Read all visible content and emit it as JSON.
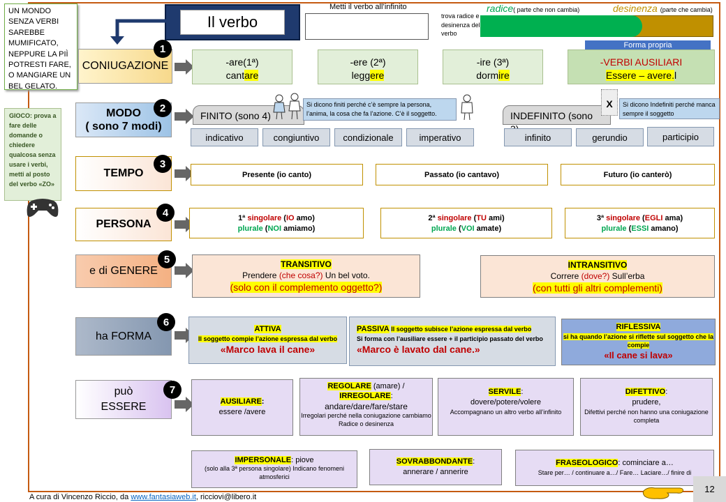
{
  "title": "Il verbo",
  "top": {
    "side_note": "UN MONDO SENZA VERBI SAREBBE MUMIFICATO, NEPPURE LA PIÌ POTRESTI FARE, O MANGIARE UN BEL GELATO.",
    "infinito_prompt": "Metti  il verbo all’infinito",
    "radice_hint": "trova radice e desinenza del verbo",
    "radice_label": "radice",
    "radice_note": "( parte che non cambia)",
    "desinenza_label": "desinenza",
    "desinenza_note": "(parte che cambia)",
    "forma_propria": "Forma propria"
  },
  "gioco": "GIOCO: prova a fare delle domande o chiedere qualcosa senza usare i verbi, metti al posto del verbo «ZO»",
  "rows": {
    "coniugazione": {
      "label": "CONIUGAZIONE",
      "num": "1",
      "c1_a": "-are(1ª)",
      "c1_b1": "cant",
      "c1_b2": "are",
      "c2_a": "-ere (2ª)",
      "c2_b1": "legg",
      "c2_b2": "ere",
      "c3_a": "-ire (3ª)",
      "c3_b1": "dorm",
      "c3_b2": "ire",
      "aux_a": "-VERBI AUSILIARI",
      "aux_b": "Essere – avere.",
      "aux_c": "l"
    },
    "modo": {
      "label1": "MODO",
      "label2": "( sono 7 modi)",
      "num": "2",
      "finito": "FINITO (sono 4)",
      "finito_note": "Si dicono finiti perché c’è sempre la persona, l’anima, la cosa che fa l’azione. C’è il soggetto.",
      "indefinito": "INDEFINITO (sono 3)",
      "x_mark": "X",
      "indefinito_note": "Si dicono Indefiniti perché manca sempre il soggetto",
      "modes": [
        "indicativo",
        "congiuntivo",
        "condizionale",
        "imperativo",
        "infinito",
        "gerundio",
        "participio"
      ]
    },
    "tempo": {
      "label": "TEMPO",
      "num": "3",
      "presente": "Presente  (io canto)",
      "passato": "Passato  (io cantavo)",
      "futuro": "Futuro (io canterò)"
    },
    "persona": {
      "label": "PERSONA",
      "num": "4",
      "p1_n": "1ª",
      "p1_s": "singolare",
      "p1_sp": "IO",
      "p1_sv": " amo)",
      "p1_pl": "plurale",
      "p1_pp": "NOI",
      "p1_pv": " amiamo)",
      "p2_n": "2ª",
      "p2_s": "singolare",
      "p2_sp": "TU",
      "p2_sv": " ami)",
      "p2_pl": "plurale",
      "p2_pp": "VOI",
      "p2_pv": " amate)",
      "p3_n": "3ª",
      "p3_s": "singolare",
      "p3_sp": "EGLI",
      "p3_sv": " ama)",
      "p3_pl": "plurale",
      "p3_pp": "ESSI",
      "p3_pv": " amano)"
    },
    "genere": {
      "label": "e di GENERE",
      "num": "5",
      "trans_t": "TRANSITIVO",
      "trans_a": "Prendere",
      "trans_b": "(che cosa?)",
      "trans_c": " Un bel voto.",
      "trans_d": "(solo con il  complemento oggetto?)",
      "intr_t": "INTRANSITIVO",
      "intr_a": "Correre",
      "intr_b": "(dove?)",
      "intr_c": " Sull’erba",
      "intr_d": "(con tutti gli altri complementi)"
    },
    "forma": {
      "label": "ha FORMA",
      "num": "6",
      "att_t": "ATTIVA",
      "att_d": "Il soggetto compie l’azione espressa dal verbo",
      "att_e": "«Marco lava il cane»",
      "pas_t": "PASSIVA",
      "pas_d": "Il soggetto subisce l’azione espressa dal verbo",
      "pas_d2": "Si forma con l’ausiliare essere + il participio passato del verbo",
      "pas_e": "«Marco è lavato dal cane.»",
      "rif_t": "RIFLESSIVA",
      "rif_d": "si ha quando l’azione si riflette sul soggetto che la compie",
      "rif_e": "«Il cane si lava»"
    },
    "essere": {
      "label1": "può",
      "label2": "ESSERE",
      "num": "7",
      "aus_t": "AUSILIARE",
      "aus_c": ":",
      "aus_d": "essere /avere",
      "reg_t": "REGOLARE",
      "reg_a": "  (amare) /",
      "irr_t": "IRREGOLARE",
      "irr_c": ":",
      "reg_d": "andare/dare/fare/stare",
      "reg_e": "Irregolari perché nella coniugazione cambiamo Radice o desinenza",
      "ser_t": "SERVILE",
      "ser_c": ":",
      "ser_d": "dovere/potere/volere",
      "ser_e": "Accompagnano un altro verbo all’infinito",
      "dif_t": "DIFETTIVO",
      "dif_c": ":",
      "dif_d": "prudere,",
      "dif_e": "Difettivi perché non hanno una coniugazione completa",
      "imp_t": "IMPERSONALE",
      "imp_c": ":  piove",
      "imp_d": "(solo alla 3ª persona singolare)  Indicano fenomeni atmosferici",
      "sov_t": "SOVRABBONDANTE",
      "sov_c": ":",
      "sov_d": "annerare / annerire",
      "fra_t": "FRASEOLOGICO",
      "fra_c": ":  cominciare a…",
      "fra_d": "Stare per… / continuare a…/ Fare…   Laciare…/ finire di"
    }
  },
  "footer": {
    "credit_a": "A cura di Vincenzo Riccio, da ",
    "credit_link": "www.fantasiaweb.it",
    "credit_b": ", ricciovi@libero.it",
    "page": "12"
  }
}
